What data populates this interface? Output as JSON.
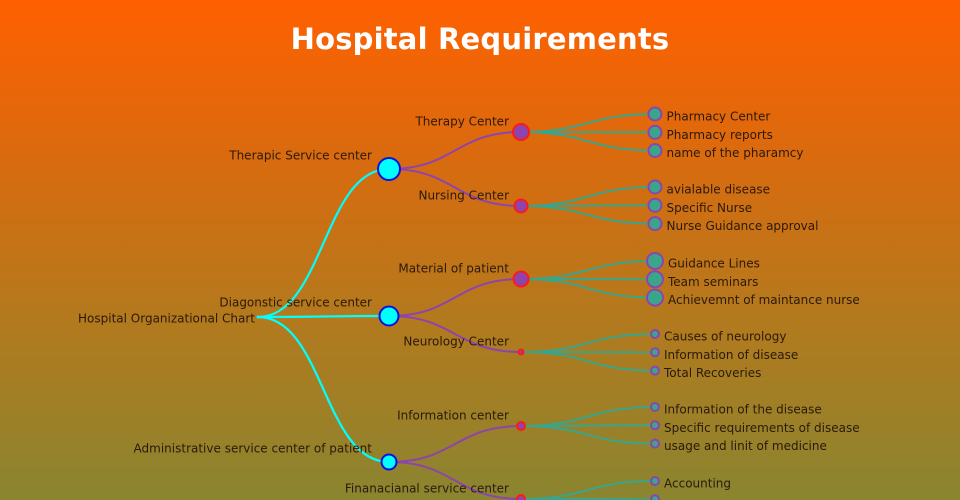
{
  "title": "Hospital Requirements",
  "colors": {
    "root_link": "#00ffff",
    "level1_fill": "#00ffff",
    "level1_stroke": "#1010dd",
    "level2_link": "#8e44ad",
    "level2_fill": "#8e44ad",
    "level2_stroke": "#ff1a1a",
    "level3_link": "#3aa58a",
    "level3_fill": "#3aa58a",
    "level3_stroke": "#8e44ad",
    "label": "#2a1a0a"
  },
  "tree": {
    "name": "Hospital Organizational Chart",
    "children": [
      {
        "name": "Therapic Service center",
        "children": [
          {
            "name": "Therapy Center",
            "children": [
              {
                "name": "Pharmacy Center"
              },
              {
                "name": "Pharmacy reports"
              },
              {
                "name": "name of the pharamcy"
              }
            ]
          },
          {
            "name": "Nursing Center",
            "children": [
              {
                "name": "avialable disease"
              },
              {
                "name": "Specific Nurse"
              },
              {
                "name": "Nurse Guidance approval"
              }
            ]
          }
        ]
      },
      {
        "name": "Diagonstic service center",
        "children": [
          {
            "name": "Material of patient",
            "children": [
              {
                "name": "Guidance Lines"
              },
              {
                "name": "Team seminars"
              },
              {
                "name": "Achievemnt of maintance nurse"
              }
            ]
          },
          {
            "name": "Neurology Center",
            "children": [
              {
                "name": "Causes of neurology"
              },
              {
                "name": "Information of disease"
              },
              {
                "name": "Total Recoveries"
              }
            ]
          }
        ]
      },
      {
        "name": "Administrative service center of patient",
        "children": [
          {
            "name": "Information center",
            "children": [
              {
                "name": "Information of the disease"
              },
              {
                "name": "Specific requirements of disease"
              },
              {
                "name": "usage and linit of medicine"
              }
            ]
          },
          {
            "name": "Finanacianal service center",
            "children": [
              {
                "name": "Accounting"
              },
              {
                "name": ""
              }
            ]
          }
        ]
      }
    ]
  }
}
